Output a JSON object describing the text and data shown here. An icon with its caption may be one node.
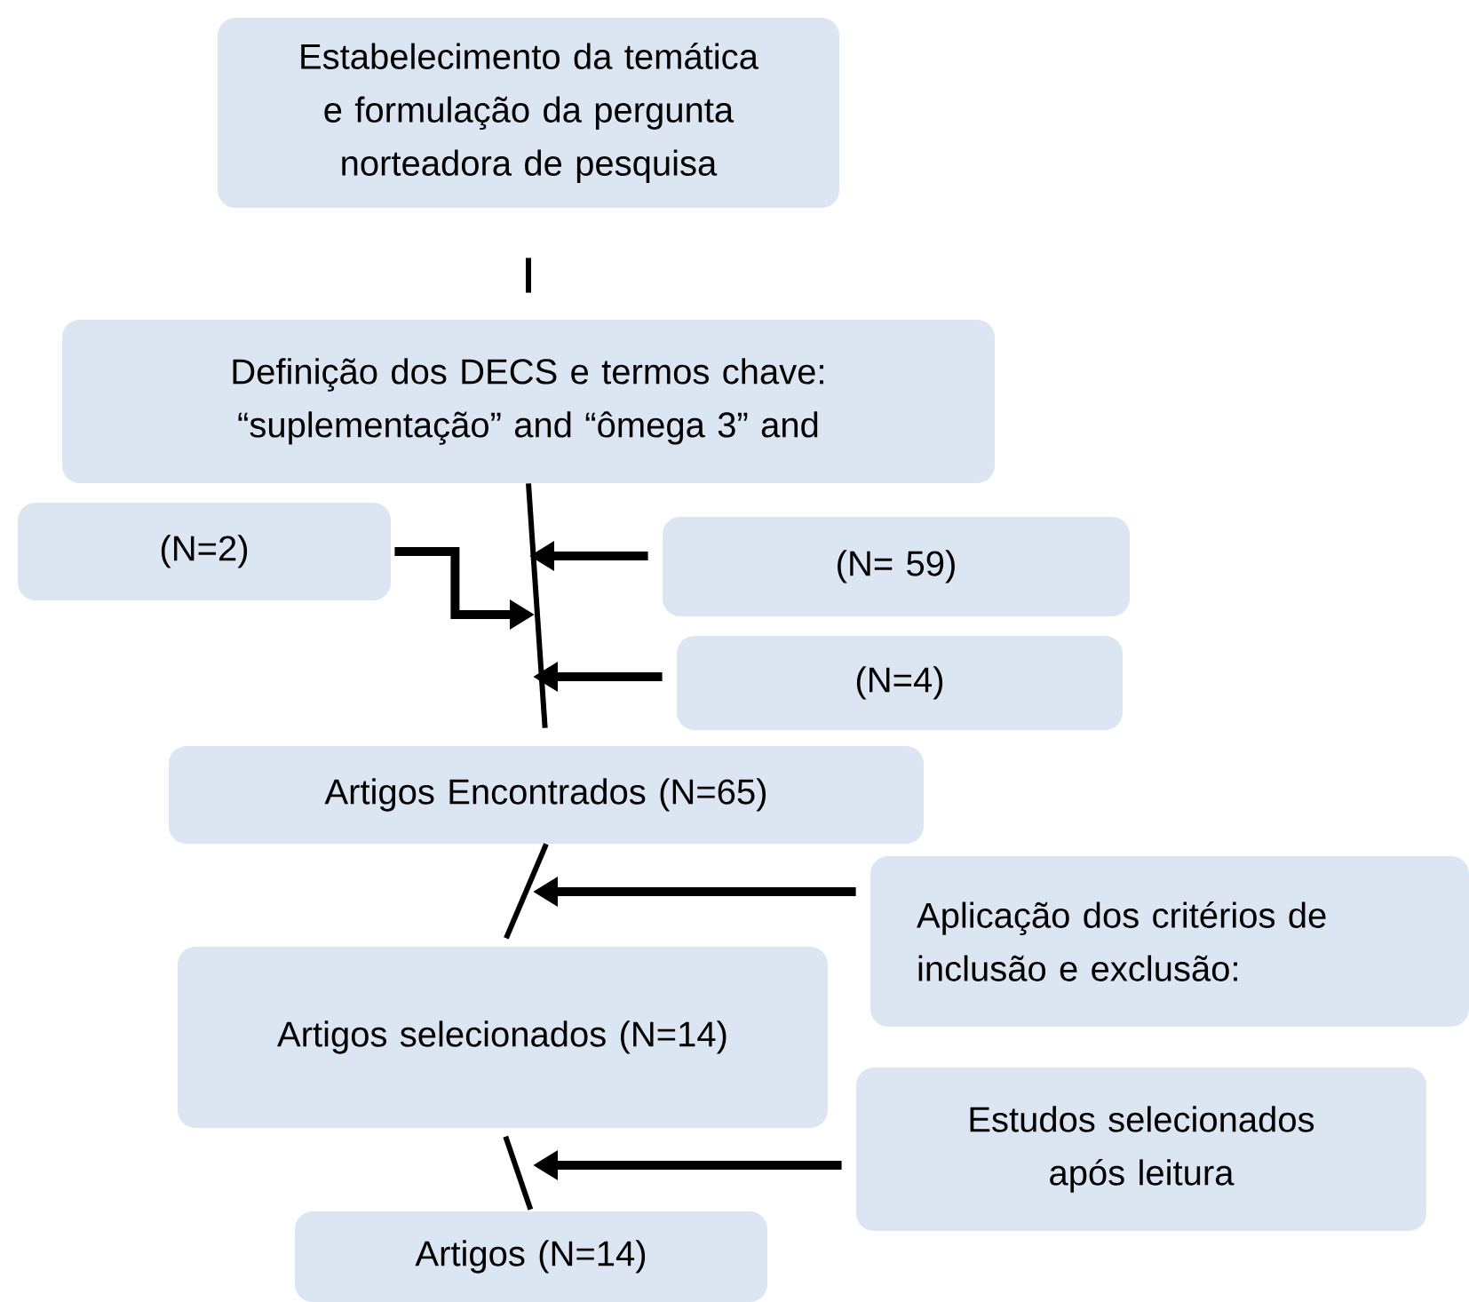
{
  "diagram": {
    "nodes": [
      {
        "text": [
          "Estabelecimento da temática e formulação da pergunta norteadora de pesquisa"
        ]
      },
      {
        "text": [
          "Definição dos DECS e termos chave: “suplementação” and “ômega 3” and"
        ]
      },
      {
        "text": [
          "(N=2)"
        ]
      },
      {
        "text": [
          "(N= 59)"
        ]
      },
      {
        "text": [
          "(N=4)"
        ]
      },
      {
        "text": [
          "Artigos Encontrados (N=65)"
        ]
      },
      {
        "text": [
          "Aplicação dos critérios de inclusão e exclusão:"
        ]
      },
      {
        "text": [
          "Artigos selecionados (N=14)"
        ]
      },
      {
        "text": [
          "Estudos selecionados após leitura"
        ]
      },
      {
        "text": [
          "Artigos (N=14)"
        ]
      }
    ],
    "edges": [
      {
        "from": 0,
        "to": 1,
        "arrow": "none"
      },
      {
        "from": 1,
        "to": 5,
        "arrow": "none"
      },
      {
        "from": 2,
        "to": null,
        "arrow": "to"
      },
      {
        "from": 3,
        "to": null,
        "arrow": "to"
      },
      {
        "from": 4,
        "to": null,
        "arrow": "to"
      },
      {
        "from": 5,
        "to": 7,
        "arrow": "none"
      },
      {
        "from": 6,
        "to": null,
        "arrow": "to"
      },
      {
        "from": 7,
        "to": 9,
        "arrow": "none"
      },
      {
        "from": 8,
        "to": null,
        "arrow": "to"
      }
    ]
  }
}
